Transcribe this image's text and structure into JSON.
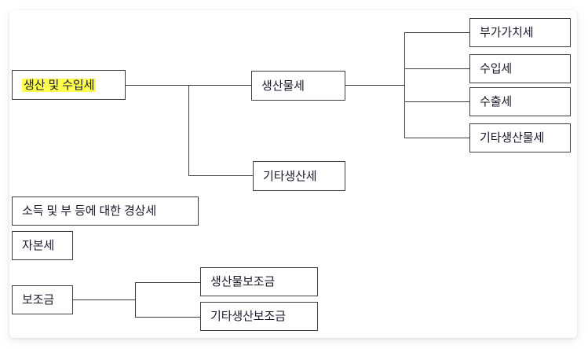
{
  "diagram": {
    "type": "tree-hierarchy",
    "orientation": "left-to-right",
    "title_text": "",
    "colors": {
      "node_border": "#3d3d3d",
      "node_background": "#ffffff",
      "text": "#1a1a2e",
      "highlight": "#ffff4d",
      "canvas": "#ffffff"
    },
    "nodes": {
      "root_production_import_tax": "생산 및 수입세",
      "product_tax": "생산물세",
      "other_production_tax": "기타생산세",
      "value_added_tax": "부가가치세",
      "import_tax": "수입세",
      "export_tax": "수출세",
      "other_product_tax": "기타생산물세",
      "current_tax_income_wealth": "소득 및 부 등에 대한 경상세",
      "capital_tax": "자본세",
      "subsidy": "보조금",
      "product_subsidy": "생산물보조금",
      "other_production_subsidy": "기타생산보조금"
    },
    "highlighted_node": "생산 및 수입세",
    "branches": [
      {
        "parent": "생산 및 수입세",
        "children": [
          "생산물세",
          "기타생산세"
        ]
      },
      {
        "parent": "생산물세",
        "children": [
          "부가가치세",
          "수입세",
          "수출세",
          "기타생산물세"
        ]
      },
      {
        "parent": "보조금",
        "children": [
          "생산물보조금",
          "기타생산보조금"
        ]
      }
    ],
    "standalone_nodes": [
      "소득 및 부 등에 대한 경상세",
      "자본세"
    ]
  }
}
